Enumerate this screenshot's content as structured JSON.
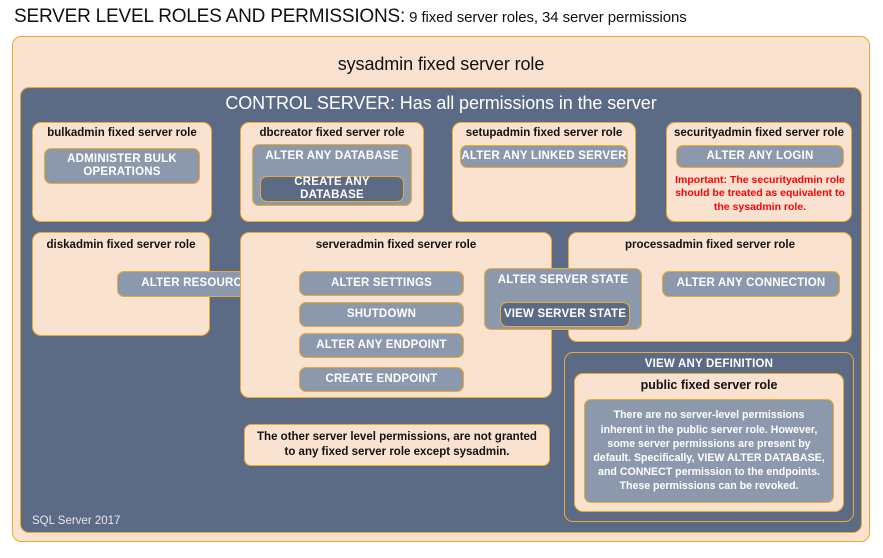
{
  "title": {
    "main": "SERVER LEVEL ROLES AND PERMISSIONS:",
    "sub": " 9 fixed server roles, 34 server permissions"
  },
  "sysadmin": {
    "label": "sysadmin fixed server role"
  },
  "control_server": {
    "label": "CONTROL SERVER: Has all permissions in the server"
  },
  "roles": {
    "bulkadmin": {
      "label": "bulkadmin fixed server role",
      "permissions": [
        "ADMINISTER  BULK OPERATIONS"
      ]
    },
    "dbcreator": {
      "label": "dbcreator fixed server role",
      "permissions": [
        "ALTER ANY DATABASE",
        "CREATE ANY DATABASE"
      ]
    },
    "setupadmin": {
      "label": "setupadmin fixed server role",
      "permissions": [
        "ALTER ANY LINKED SERVER"
      ]
    },
    "securityadmin": {
      "label": "securityadmin fixed server role",
      "permissions": [
        "ALTER ANY LOGIN"
      ],
      "warning": "Important: The securityadmin role should be treated as equivalent to the sysadmin role."
    },
    "diskadmin": {
      "label": "diskadmin fixed server role",
      "permissions": [
        "ALTER RESOURCES"
      ]
    },
    "serveradmin": {
      "label": "serveradmin fixed server role",
      "permissions": [
        "ALTER SETTINGS",
        "SHUTDOWN",
        "ALTER ANY ENDPOINT",
        "CREATE ENDPOINT"
      ]
    },
    "server_state": {
      "outer": "ALTER SERVER STATE",
      "inner": "VIEW SERVER STATE"
    },
    "processadmin": {
      "label": "processadmin fixed server role",
      "permissions": [
        "ALTER ANY CONNECTION"
      ]
    },
    "public": {
      "view_any_definition": "VIEW ANY DEFINITION",
      "label": "public fixed server role",
      "description": "There are no server-level permissions inherent in the public server role. However, some server permissions are present by default. Specifically, VIEW ALTER DATABASE, and CONNECT permission to the endpoints. These permissions can be revoked."
    }
  },
  "note": {
    "text": "The other server level permissions, are not granted to any fixed server role except sysadmin."
  },
  "footer": {
    "label": "SQL Server 2017"
  },
  "colors": {
    "peach_fill": "#fae2d1",
    "gold_border": "#ecab2f",
    "dark_blue": "#5b6a85",
    "perm_blue": "#8c99ad",
    "warning_red": "#fb0007",
    "text_dark": "#111111",
    "text_light": "#ffffff"
  }
}
